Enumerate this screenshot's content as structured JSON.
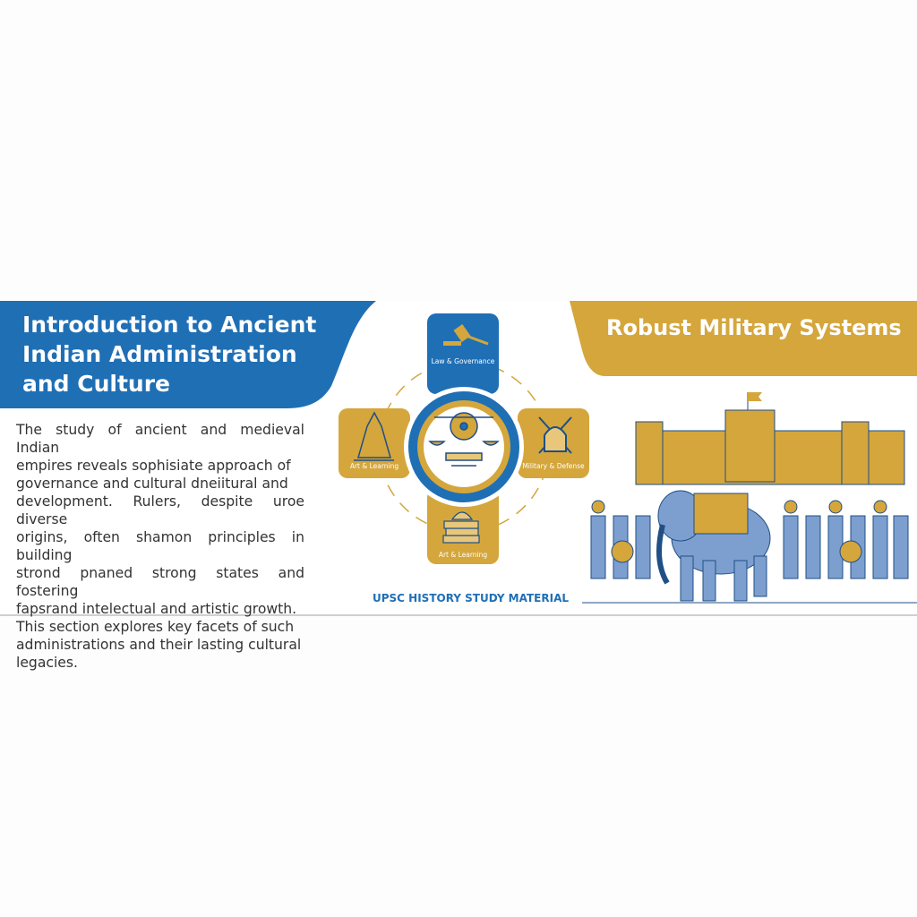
{
  "header": {
    "title": "Introduction to Ancient Indian Administration and Culture",
    "military_title": "Robust Military Systems"
  },
  "body": {
    "lines": [
      "The study of ancient and medieval Indian",
      "empires reveals sophisiate approach of",
      "governance and cultural dneiitural and",
      "development. Rulers, despite uroe diverse",
      "origins, often shamon principles in building",
      "strond pnaned strong states and fostering",
      "fapsrand intelectual and artistic growth.",
      "This section explores key facets of such",
      "administrations and their lasting cultural",
      "legacies."
    ]
  },
  "diagram": {
    "top": "Law & Governance",
    "left": "Art & Learning",
    "right": "Military & Defense",
    "bottom": "Art & Learning",
    "icons": [
      "gavel-icon",
      "temple-icon",
      "helmet-swords-icon",
      "books-icon",
      "scales-dharma-wheel-icon"
    ]
  },
  "footer": "UPSC HISTORY STUDY MATERIAL",
  "colors": {
    "blue": "#1f6fb5",
    "gold": "#d4a63c"
  }
}
